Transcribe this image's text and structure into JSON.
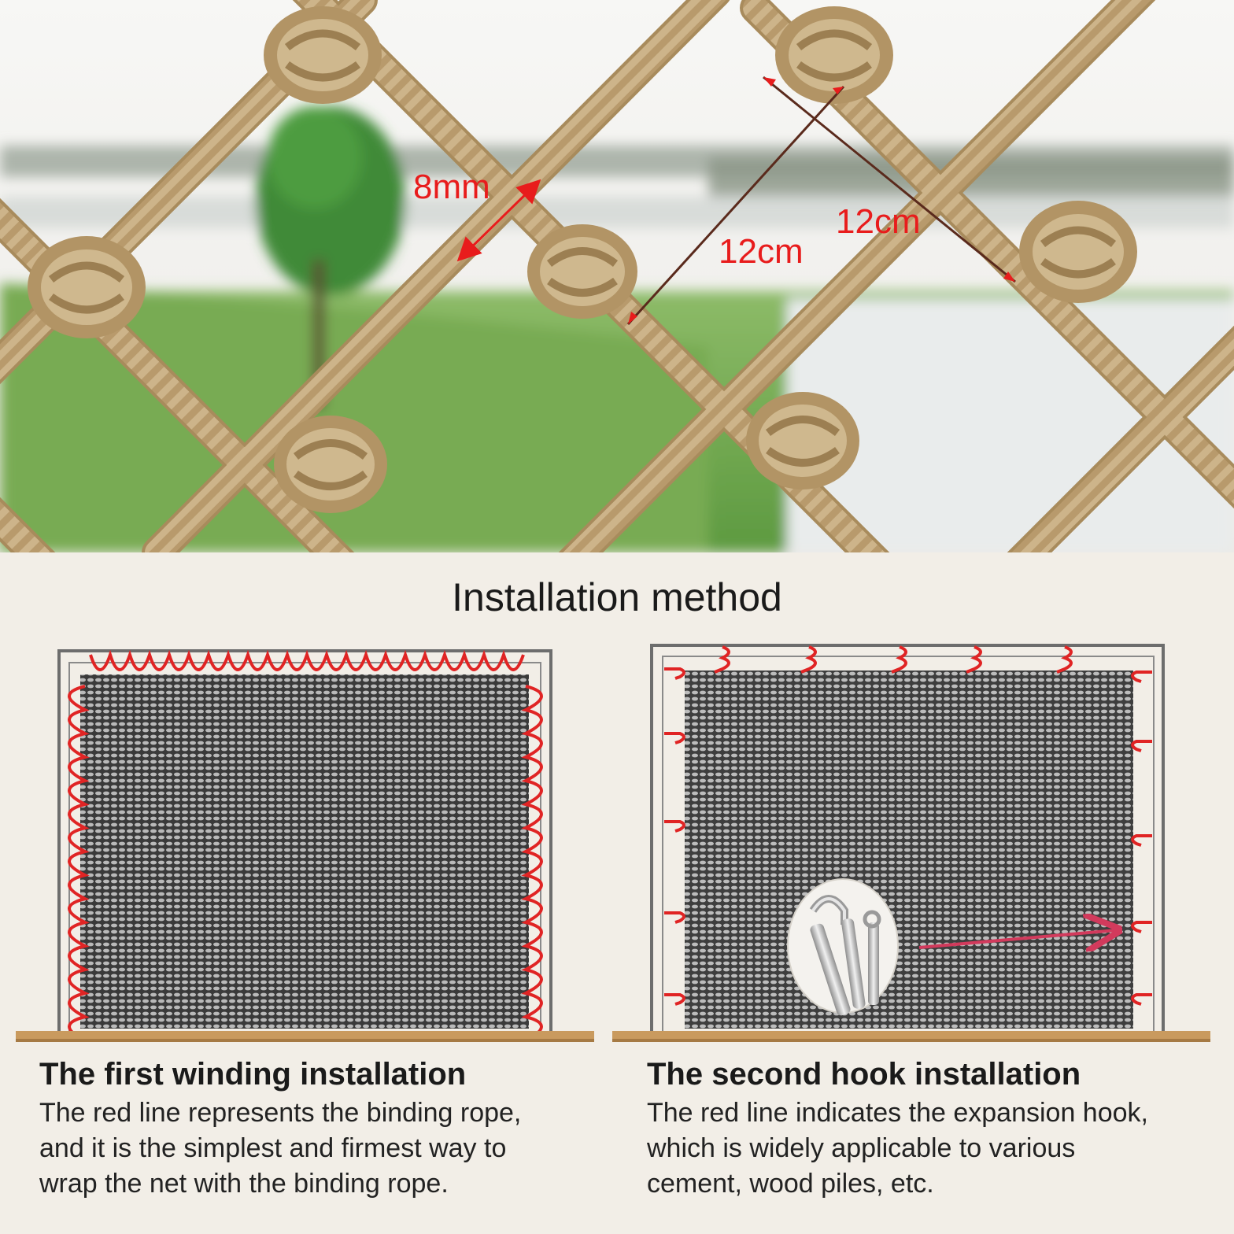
{
  "photo": {
    "dimensions": {
      "rope_diameter": "8mm",
      "mesh_side_a": "12cm",
      "mesh_side_b": "12cm"
    },
    "colors": {
      "annotation": "#e81c1c",
      "rope": "#cdb48a"
    }
  },
  "installation": {
    "title": "Installation method",
    "methods": [
      {
        "title": "The first winding installation",
        "lines": [
          "The red line represents the binding rope,",
          "and it is the simplest and firmest way to",
          "wrap the net with the binding rope."
        ]
      },
      {
        "title": "The second hook installation",
        "lines": [
          "The red line indicates the expansion hook,",
          "which is widely applicable to various",
          "cement, wood piles, etc."
        ]
      }
    ]
  }
}
